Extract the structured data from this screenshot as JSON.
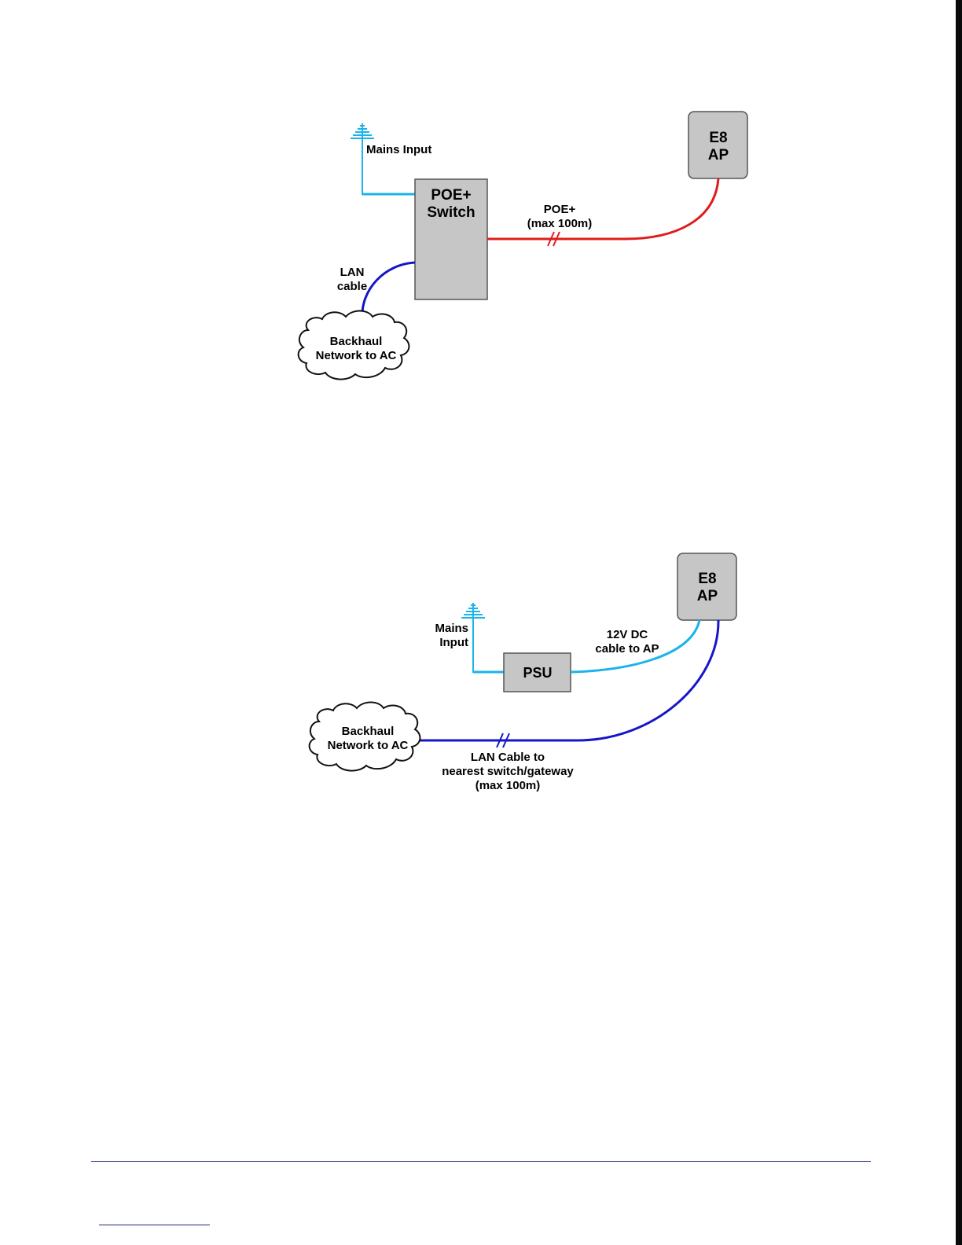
{
  "diagram1": {
    "mains_label": "Mains Input",
    "switch_label": [
      "POE+",
      "Switch"
    ],
    "ap_label": [
      "E8",
      "AP"
    ],
    "poe_label": [
      "POE+",
      "(max 100m)"
    ],
    "lan_label": [
      "LAN",
      "cable"
    ],
    "cloud_label": [
      "Backhaul",
      "Network to AC"
    ]
  },
  "diagram2": {
    "mains_label": [
      "Mains",
      "Input"
    ],
    "psu_label": "PSU",
    "ap_label": [
      "E8",
      "AP"
    ],
    "dc_label": [
      "12V DC",
      "cable to AP"
    ],
    "cloud_label": [
      "Backhaul",
      "Network to AC"
    ],
    "lan_label": [
      "LAN Cable to",
      "nearest switch/gateway",
      "(max 100m)"
    ]
  },
  "colors": {
    "mains": "#1ab4ea",
    "poe": "#e01c1c",
    "lan": "#1616c8",
    "device_fill": "#c6c6c6",
    "device_stroke": "#555555"
  }
}
